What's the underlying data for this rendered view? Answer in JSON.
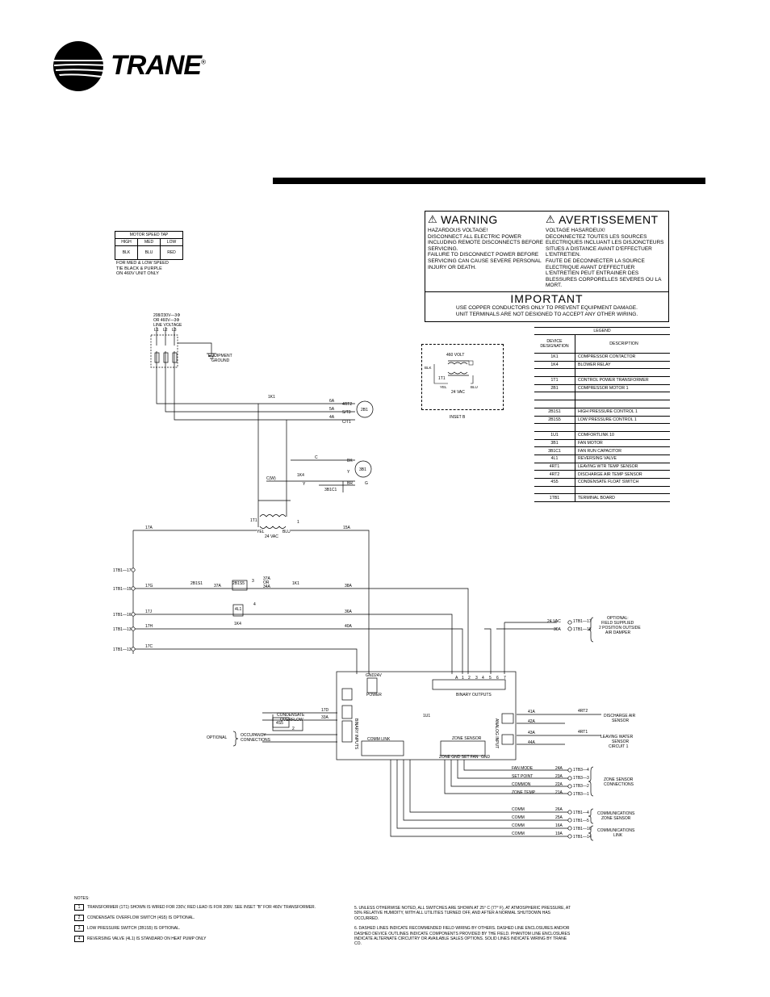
{
  "brand": {
    "name": "TRANE",
    "mark": "®"
  },
  "warning": {
    "title_en": "WARNING",
    "subtitle_en": "HAZARDOUS VOLTAGE!",
    "body_en_1": "DISCONNECT ALL ELECTRIC POWER INCLUDING REMOTE DISCONNECTS BEFORE SERVICING.",
    "body_en_2": "FAILURE TO DISCONNECT POWER BEFORE SERVICING CAN CAUSE SEVERE PERSONAL INJURY OR DEATH.",
    "title_fr": "AVERTISSEMENT",
    "subtitle_fr": "VOLTAGE HASARDEUX!",
    "body_fr_1": "DECONNECTEZ TOUTES LES SOURCES ELECTRIQUES INCLUANT LES DISJONCTEURS SITUES A DISTANCE AVANT D'EFFECTUER L'ENTRETIEN.",
    "body_fr_2": "FAUTE DE DECONNECTER LA SOURCE ELECTRIQUE AVANT D'EFFECTUER L'ENTRETIEN PEUT ENTRAINER DES BLESSURES CORPORELLES SEVERES OU LA MORT.",
    "important_title": "IMPORTANT",
    "important_1": "USE COPPER CONDUCTORS ONLY TO PREVENT EQUIPMENT DAMAGE.",
    "important_2": "UNIT TERMINALS ARE NOT DESIGNED TO ACCEPT ANY OTHER WIRING."
  },
  "motor_speed_tap": {
    "title": "MOTOR SPEED TAP",
    "headers": [
      "HIGH",
      "MED",
      "LOW"
    ],
    "values": [
      "BLK",
      "BLU",
      "RED"
    ],
    "note_1": "FOR MED & LOW SPEED",
    "note_2": "TIE BLACK & PURPLE",
    "note_3": "ON 460V UNIT ONLY"
  },
  "legend": {
    "title": "LEGEND",
    "col1": "DEVICE DESIGNATION",
    "col2": "DESCRIPTION",
    "rows": [
      [
        "1K1",
        "COMPRESSOR CONTACTOR"
      ],
      [
        "1K4",
        "BLOWER RELAY"
      ],
      [
        "",
        ""
      ],
      [
        "1T1",
        "CONTROL POWER TRANSFORMER"
      ],
      [
        "2B1",
        "COMPRESSOR MOTOR 1"
      ],
      [
        "",
        ""
      ],
      [
        "",
        ""
      ],
      [
        "2B1S1",
        "HIGH PRESSURE CONTROL 1"
      ],
      [
        "2B1S5",
        "LOW PRESSURE CONTROL 1"
      ],
      [
        "",
        ""
      ],
      [
        "1U1",
        "COMFORTLINK 10"
      ],
      [
        "3B1",
        "FAN MOTOR"
      ],
      [
        "3B1C1",
        "FAN RUN CAPACITOR"
      ],
      [
        "4L1",
        "REVERSING VALVE"
      ],
      [
        "4RT1",
        "LEAVING WTR TEMP SENSOR"
      ],
      [
        "4RT2",
        "DISCHARGE AIR TEMP SENSOR"
      ],
      [
        "4S5",
        "CONDENSATE FLOAT SWITCH"
      ],
      [
        "",
        ""
      ],
      [
        "1TB1",
        "TERMINAL BOARD"
      ]
    ]
  },
  "inset": {
    "label": "INSET B",
    "volt": "460 VOLT",
    "vac": "24 VAC",
    "blk": "BLK",
    "t1": "1T1",
    "yel": "YEL",
    "blu": "BLU"
  },
  "schematic": {
    "line_voltage_1": "208/230V—3Φ",
    "line_voltage_2": "OR 460V—3Φ",
    "line_voltage_3": "LINE VOLTAGE",
    "l1": "L1",
    "l2": "L2",
    "l3": "L3",
    "equip_ground_1": "EQUIPMENT",
    "equip_ground_2": "GROUND",
    "k1": "1K1",
    "w6a": "6A",
    "w5a": "5A",
    "w4a": "4A",
    "rt2": "4RT2",
    "st3": "S/T3",
    "ct1": "C/T1",
    "m2b1": "2B1",
    "m3b1": "3B1",
    "c": "C",
    "bk": "BK",
    "y": "Y",
    "br": "BR",
    "g": "G",
    "cw": "C(W)",
    "k4": "1K4",
    "c3b1": "3B1C1",
    "t1": "1T1",
    "tag1": "1",
    "yel": "YEL",
    "blu": "BLU",
    "vac24": "24 VAC",
    "w17a": "17A",
    "w15a": "15A",
    "tb17": "1TB1—17",
    "tb15": "1TB1—15",
    "tb16": "1TB1—16",
    "tb13": "1TB1—13",
    "tb13b": "1TB1—13",
    "w17g": "17G",
    "w17j": "17J",
    "w17h": "17H",
    "w17c": "17C",
    "s1": "2B1S1",
    "s5": "2B1S5",
    "tag3": "3",
    "w37a": "37A",
    "w37aor": "37A",
    "or": "OR",
    "w34a": "34A",
    "w38a": "38A",
    "w36a": "36A",
    "w40a": "40A",
    "l4": "4L1",
    "tag4": "4",
    "opt_24vac": "24 VAC",
    "opt_tb17": "1TB1—17",
    "opt_30a": "30A",
    "opt_tb18": "1TB1—18",
    "opt_1": "OPTIONAL:",
    "opt_2": "FIELD SUPPLIED",
    "opt_3": "2 POSITION OUTSIDE",
    "opt_4": "AIR DAMPER",
    "gnd": "GND",
    "v24": "24V",
    "power": "POWER",
    "bo_labels": [
      "A",
      "1",
      "2",
      "3",
      "4",
      "5",
      "6",
      "7"
    ],
    "binary_outputs": "BINARY OUTPUTS",
    "u1": "1U1",
    "binary_inputs": "BINARY INPUTS",
    "cond_1": "CONDENSATE",
    "cond_2": "OVERFLOW",
    "w17d": "17D",
    "w33a": "33A",
    "s45": "4S5",
    "tag2": "2",
    "optional": "OPTIONAL",
    "occ_1": "OCCUPANCY",
    "occ_2": "CONNECTIONS",
    "comm_link": "COMM LINK",
    "zone_sensor": "ZONE SENSOR",
    "zs_cols": "ZONE  GND  SET  FAN",
    "gnd2": "GND",
    "analog_input": "ANALOG INPUT",
    "w41a": "41A",
    "w42a": "42A",
    "w43a": "43A",
    "w44a": "44A",
    "rt1": "4RT1",
    "dis_1": "DISCHARGE AIR",
    "dis_2": "SENSOR",
    "lw_1": "LEAVING WATER",
    "lw_2": "SENSOR",
    "lw_3": "CIRCUIT 1",
    "fan_mode": "FAN MODE",
    "set_point": "SET POINT",
    "common": "COMMON",
    "zone_temp": "ZONE TEMP",
    "w24a": "24A",
    "w23a": "23A",
    "w22a": "22A",
    "w21a": "21A",
    "tb3_4": "1TB3—4",
    "tb3_3": "1TB3—3",
    "tb3_2": "1TB3—2",
    "tb3_1": "1TB3—1",
    "zs_conn_1": "ZONE SENSOR",
    "zs_conn_2": "CONNECTIONS",
    "comm": "COMM",
    "w26a": "26A",
    "w25a": "25A",
    "w16a": "16A",
    "w19a": "19A",
    "tb1_4": "1TB1—4",
    "tb1_5": "1TB1—5",
    "tb1_16": "1TB1—16",
    "tb1_14": "1TB1—14",
    "comms_zs_1": "COMMUNICATIONS",
    "comms_zs_2": "ZONE SENSOR",
    "comms_link_1": "COMMUNICATIONS",
    "comms_link_2": "LINK"
  },
  "notes": {
    "heading": "NOTES:",
    "n1": "TRANSFORMER (1T1) SHOWN IS WIRED FOR 230V, RED LEAD IS FOR 208V. SEE INSET \"B\" FOR 460V TRANSFORMER.",
    "n2": "CONDENSATE OVERFLOW SWITCH (4S5) IS OPTIONAL.",
    "n3": "LOW PRESSURE SWITCH (2B1S5) IS OPTIONAL.",
    "n4": "REVERSING VALVE (4L1) IS STANDARD ON HEAT PUMP ONLY",
    "n5": "5. UNLESS OTHERWISE NOTED, ALL SWITCHES ARE SHOWN AT 25° C (77° F), AT ATMOSPHERIC PRESSURE, AT 50% RELATIVE HUMIDITY, WITH ALL UTILITIES TURNED OFF, AND AFTER A NORMAL SHUTDOWN HAS OCCURRED.",
    "n6": "6. DASHED LINES INDICATE RECOMMENDED FIELD WIRING BY OTHERS. DASHED LINE ENCLOSURES AND/OR DASHED DEVICE OUTLINES INDICATE COMPONENTS PROVIDED BY THE FIELD. PHANTOM LINE ENCLOSURES INDICATE ALTERNATE CIRCUITRY OR AVAILABLE SALES OPTIONS. SOLID LINES INDICATE WIRING BY TRANE CO.",
    "tags": [
      "1",
      "2",
      "3",
      "4"
    ]
  }
}
